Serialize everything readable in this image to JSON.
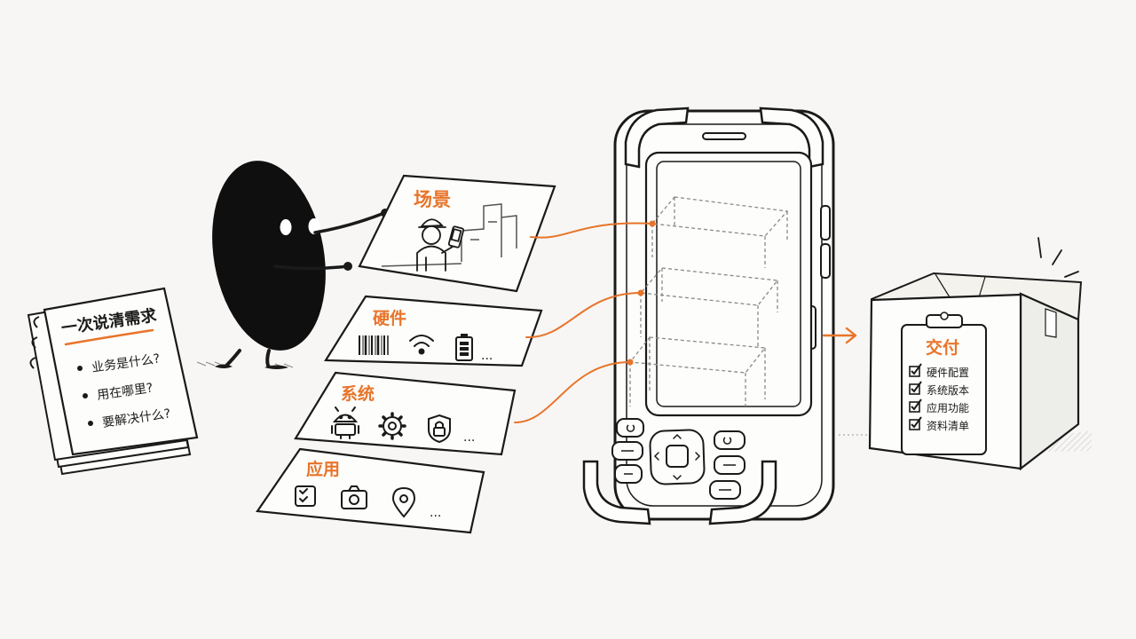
{
  "colors": {
    "accent": "#e8742a",
    "ink": "#1a1a1a",
    "paper": "#fdfdfb",
    "background": "#f7f6f4"
  },
  "requirements_note": {
    "title": "一次说清需求",
    "items": [
      "业务是什么?",
      "用在哪里?",
      "要解决什么?"
    ]
  },
  "layers": [
    {
      "label": "场景",
      "icons": [
        "worker-with-scanner-icon",
        "building-outline-icon"
      ]
    },
    {
      "label": "硬件",
      "icons": [
        "barcode-icon",
        "wifi-icon",
        "battery-icon"
      ],
      "more": "..."
    },
    {
      "label": "系统",
      "icons": [
        "android-icon",
        "gear-icon",
        "shield-lock-icon"
      ],
      "more": "..."
    },
    {
      "label": "应用",
      "icons": [
        "checklist-icon",
        "camera-icon",
        "location-pin-icon"
      ],
      "more": "..."
    }
  ],
  "delivery_box": {
    "label": "交付",
    "items": [
      "硬件配置",
      "系统版本",
      "应用功能",
      "资料清单"
    ]
  }
}
